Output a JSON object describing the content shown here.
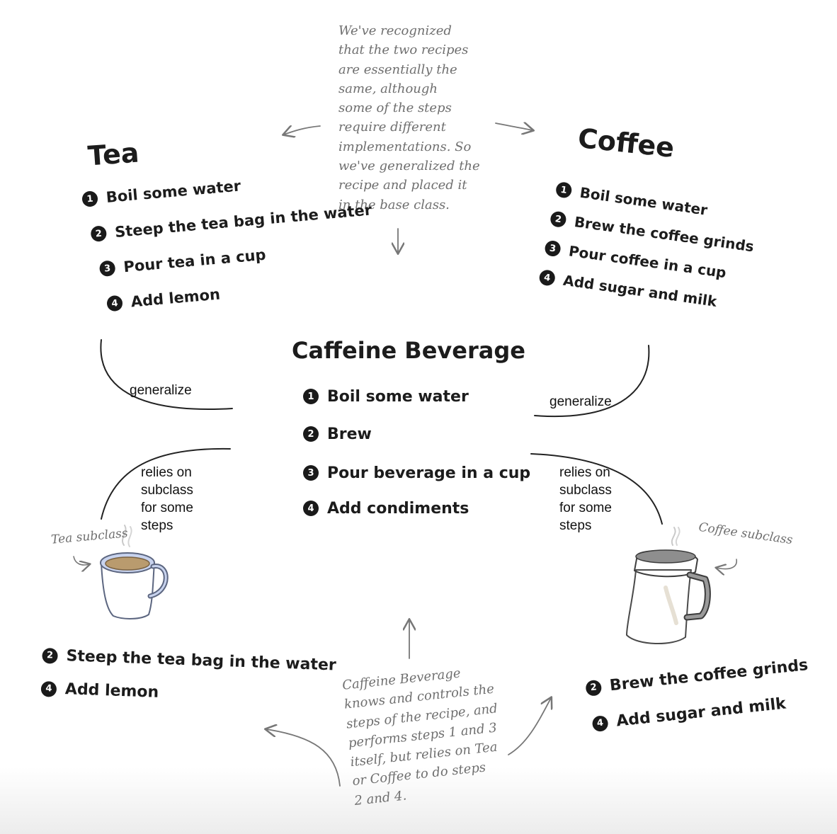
{
  "top_note": "We've recognized\nthat the two recipes\nare essentially the\nsame, although\nsome of the steps\nrequire different\nimplementations. So\nwe've generalized the\nrecipe and placed it\nin the base class.",
  "tea": {
    "title": "Tea",
    "steps": [
      {
        "num": "1",
        "text": "Boil some water"
      },
      {
        "num": "2",
        "text": "Steep the tea bag in the water"
      },
      {
        "num": "3",
        "text": "Pour tea in a cup"
      },
      {
        "num": "4",
        "text": "Add lemon"
      }
    ]
  },
  "coffee": {
    "title": "Coffee",
    "steps": [
      {
        "num": "1",
        "text": "Boil some water"
      },
      {
        "num": "2",
        "text": "Brew the coffee grinds"
      },
      {
        "num": "3",
        "text": "Pour coffee in a cup"
      },
      {
        "num": "4",
        "text": "Add sugar and milk"
      }
    ]
  },
  "base": {
    "title": "Caffeine Beverage",
    "steps": [
      {
        "num": "1",
        "text": "Boil some water"
      },
      {
        "num": "2",
        "text": "Brew"
      },
      {
        "num": "3",
        "text": "Pour beverage in a cup"
      },
      {
        "num": "4",
        "text": "Add condiments"
      }
    ]
  },
  "labels": {
    "generalize_left": "generalize",
    "generalize_right": "generalize",
    "relies_left": "relies on\nsubclass\nfor some\nsteps",
    "relies_right": "relies on\nsubclass\nfor some\nsteps",
    "tea_subclass": "Tea subclass",
    "coffee_subclass": "Coffee subclass"
  },
  "tea_subclass_steps": [
    {
      "num": "2",
      "text": "Steep the tea bag in the water"
    },
    {
      "num": "4",
      "text": "Add lemon"
    }
  ],
  "coffee_subclass_steps": [
    {
      "num": "2",
      "text": "Brew the coffee grinds"
    },
    {
      "num": "4",
      "text": "Add sugar and milk"
    }
  ],
  "bottom_note": "Caffeine Beverage\nknows and controls the\nsteps of the recipe, and\nperforms steps 1 and 3\nitself, but relies on Tea\nor Coffee to do steps\n2 and 4.",
  "colors": {
    "ink": "#1c1c1c",
    "pencil": "#6f6f6f",
    "mug_blue": "#b7c5e6",
    "mug_cream": "#e9e2d6",
    "lid_gray": "#7a7a7a"
  }
}
